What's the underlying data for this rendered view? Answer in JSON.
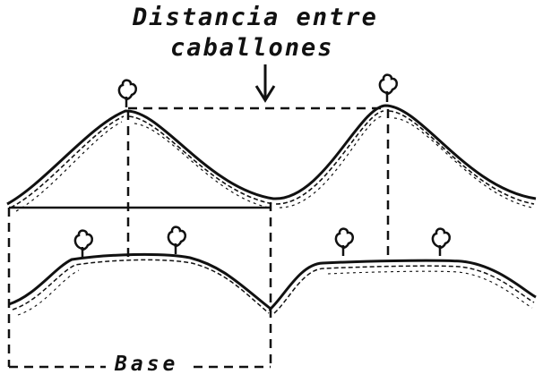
{
  "labels": {
    "distance_line1": "Distancia entre",
    "distance_line2": "caballones",
    "base": "Base"
  },
  "colors": {
    "ink": "#111111",
    "background": "#ffffff"
  },
  "icons": [
    "plant-icon"
  ]
}
